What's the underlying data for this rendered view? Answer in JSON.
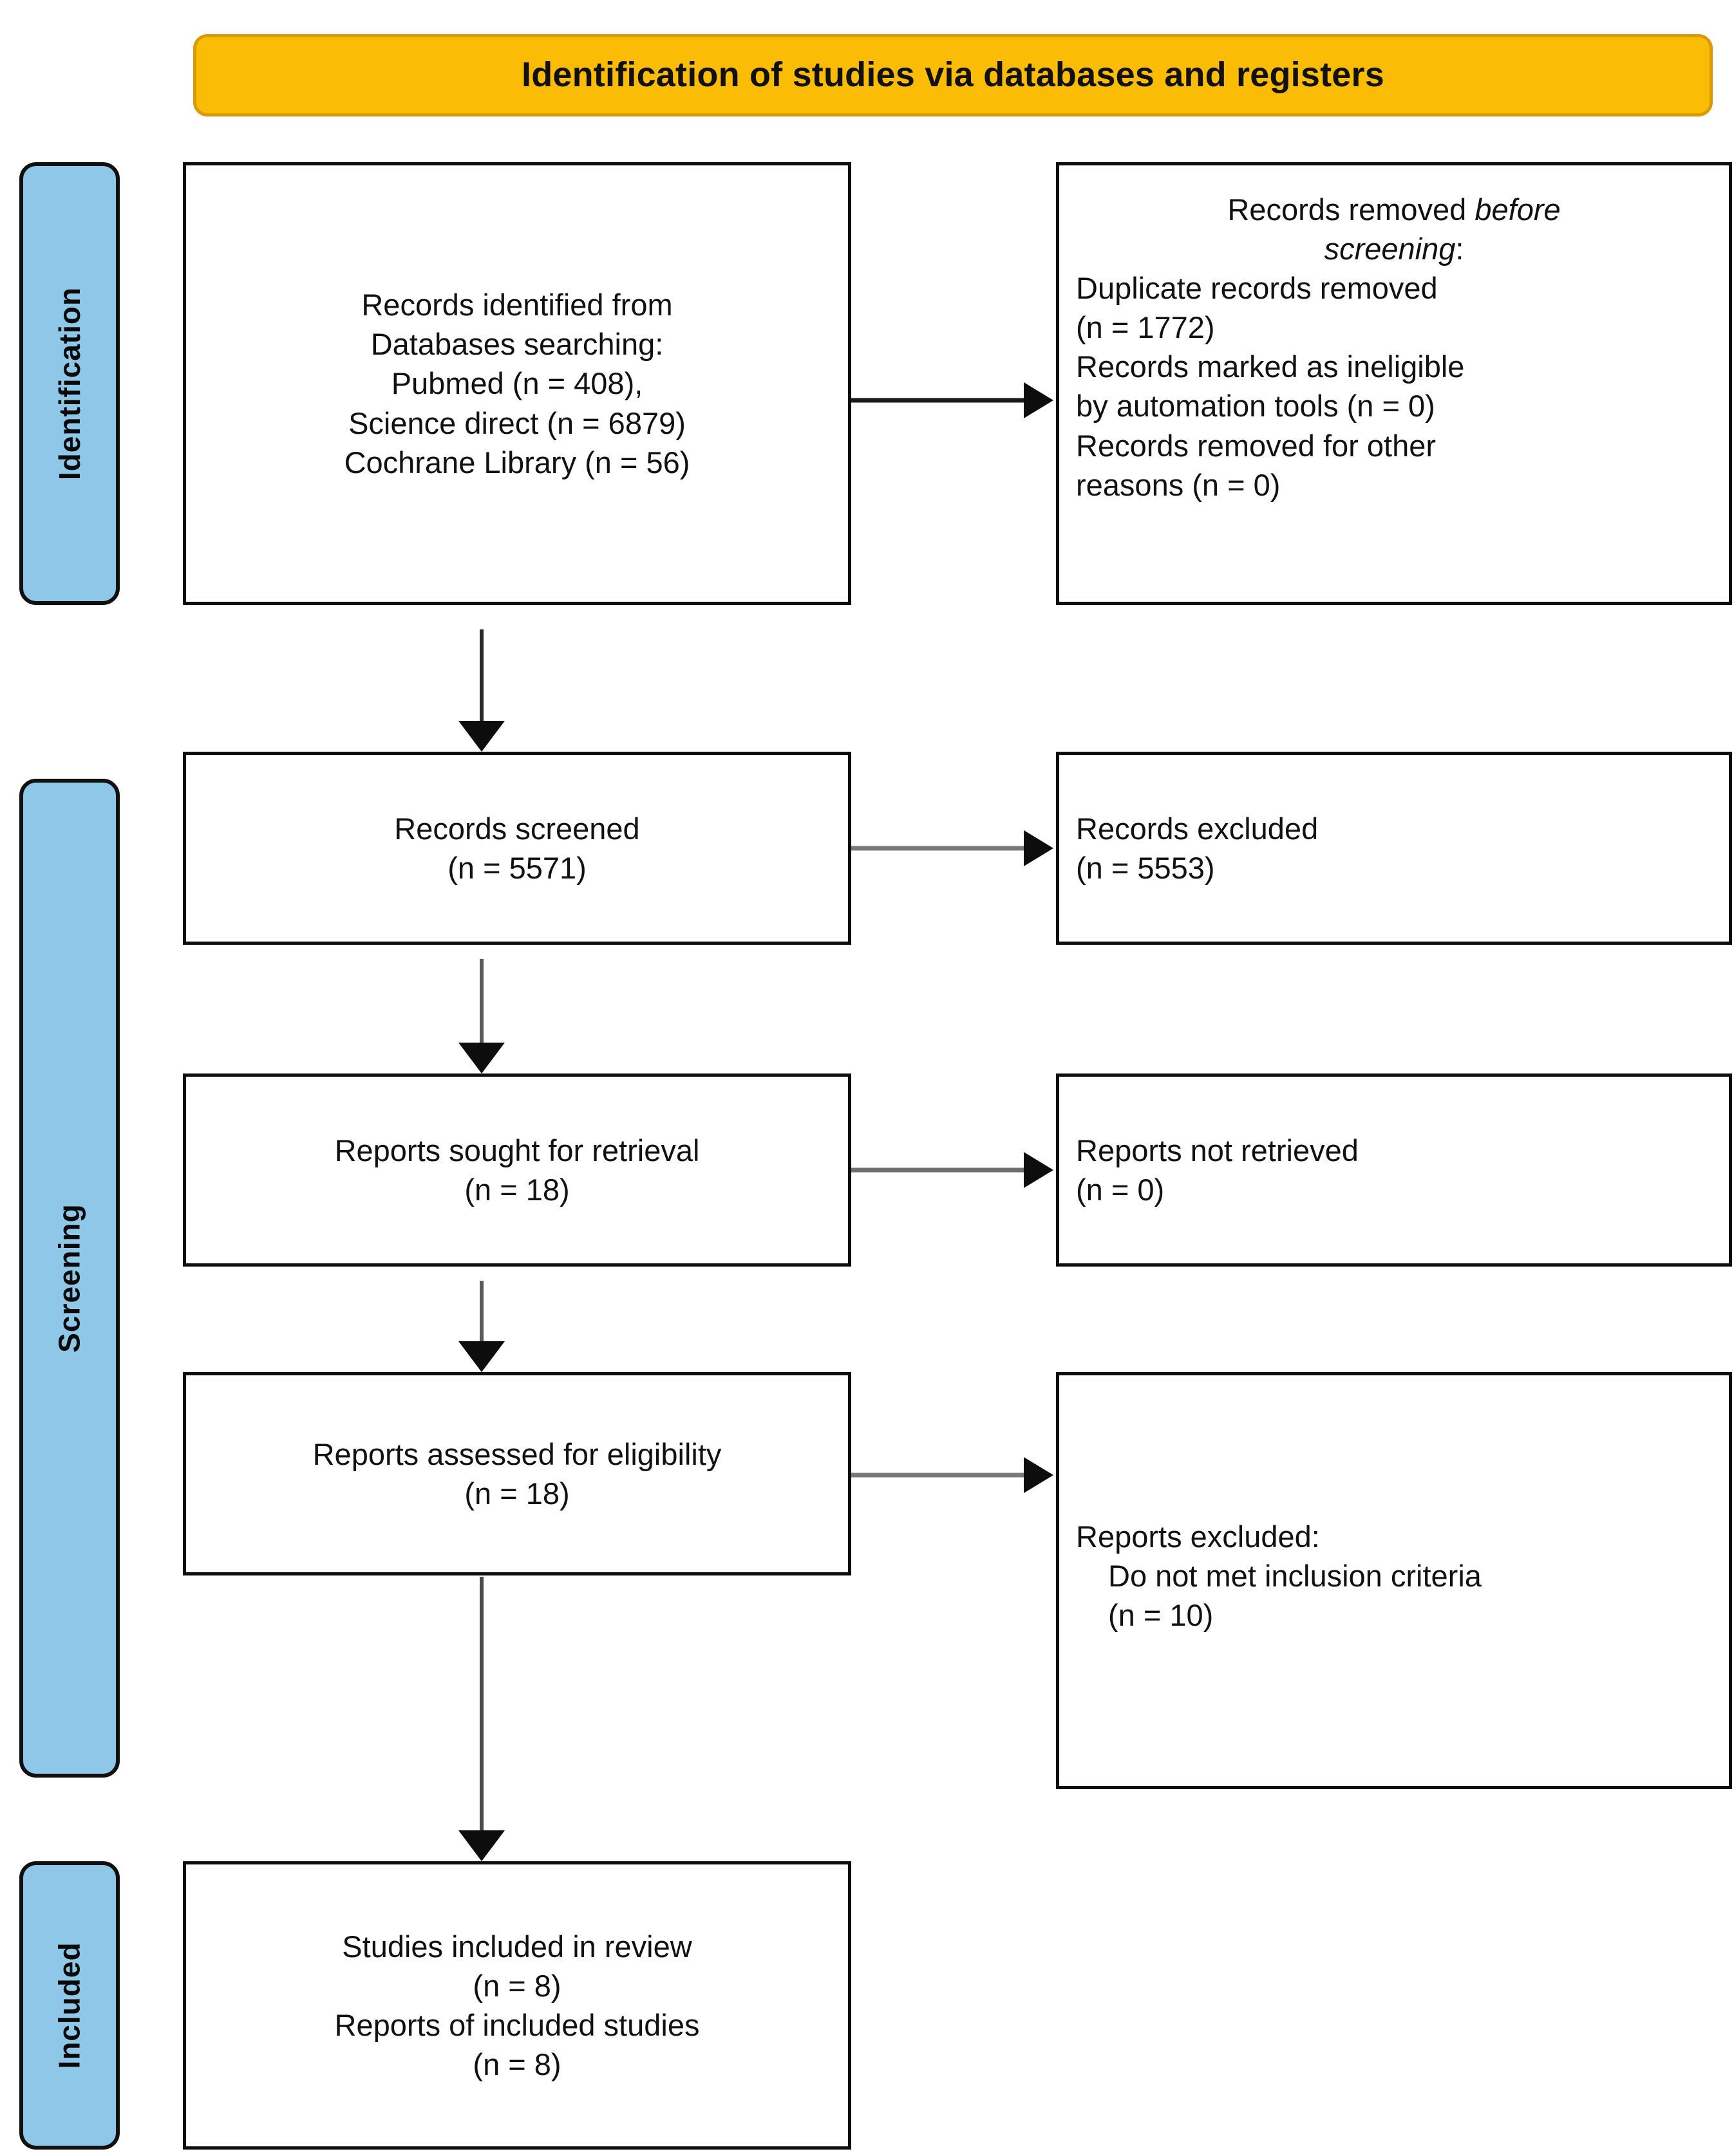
{
  "header": {
    "title": "Identification of studies via databases and registers",
    "bg_color": "#FBBC05",
    "border_color": "#D99A05"
  },
  "stages": {
    "color": "#8FC7E8",
    "identification": "Identification",
    "screening": "Screening",
    "included": "Included"
  },
  "boxes": {
    "identified": {
      "line1": "Records identified from",
      "line2": "Databases searching:",
      "line3": "Pubmed (n = 408),",
      "line4": "Science direct (n = 6879)",
      "line5": "Cochrane Library (n = 56)"
    },
    "removed_before_screening": {
      "line1_prefix": "Records removed ",
      "line1_italic": "before",
      "line2_italic": "screening",
      "line2_suffix": ":",
      "line3": "Duplicate records removed",
      "line4": "(n = 1772)",
      "line5": "Records marked as ineligible",
      "line6": "by automation tools (n = 0)",
      "line7": "Records removed for other",
      "line8": "reasons (n = 0)"
    },
    "records_screened": {
      "line1": "Records screened",
      "line2": "(n = 5571)"
    },
    "records_excluded": {
      "line1": "Records excluded",
      "line2": "(n = 5553)"
    },
    "reports_sought": {
      "line1": "Reports sought for retrieval",
      "line2": "(n = 18)"
    },
    "reports_not_retrieved": {
      "line1": "Reports not retrieved",
      "line2": "(n = 0)"
    },
    "reports_assessed": {
      "line1": "Reports assessed for eligibility",
      "line2": "(n = 18)"
    },
    "reports_excluded": {
      "line1": "Reports excluded:",
      "line2": "Do not met inclusion criteria",
      "line3": "(n = 10)"
    },
    "studies_included": {
      "line1": "Studies included in review",
      "line2": "(n = 8)",
      "line3": "Reports of included studies",
      "line4": "(n = 8)"
    }
  },
  "connectors": {
    "identified_to_removed": "arrow-right",
    "screened_to_excluded": "arrow-right",
    "sought_to_not_retrieved": "arrow-right",
    "assessed_to_excluded": "arrow-right",
    "identified_to_screened": "arrow-down",
    "screened_to_sought": "arrow-down",
    "sought_to_assessed": "arrow-down",
    "assessed_to_included": "arrow-down"
  }
}
